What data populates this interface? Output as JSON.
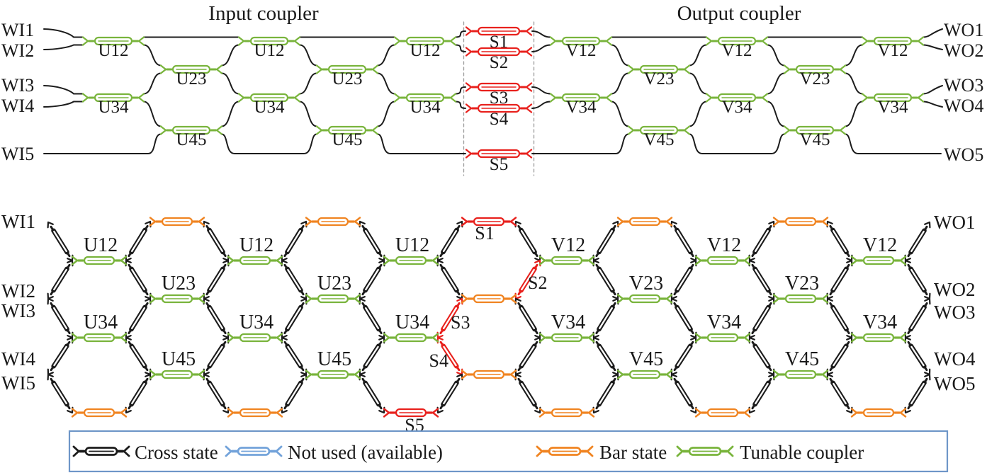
{
  "top_mesh": {
    "title_left": "Input coupler",
    "title_right": "Output coupler",
    "input_ports": [
      "WI1",
      "WI2",
      "WI3",
      "WI4",
      "WI5"
    ],
    "output_ports": [
      "WO1",
      "WO2",
      "WO3",
      "WO4",
      "WO5"
    ],
    "columns": [
      {
        "labels": [
          "U12",
          "U34"
        ]
      },
      {
        "labels": [
          "U23",
          "U45"
        ]
      },
      {
        "labels": [
          "U12",
          "U34"
        ]
      },
      {
        "labels": [
          "U23",
          "U45"
        ]
      },
      {
        "labels": [
          "U12",
          "U34"
        ]
      },
      {
        "switches": [
          "S1",
          "S2",
          "S3",
          "S4",
          "S5"
        ]
      },
      {
        "labels": [
          "V12",
          "V34"
        ]
      },
      {
        "labels": [
          "V23",
          "V45"
        ]
      },
      {
        "labels": [
          "V12",
          "V34"
        ]
      },
      {
        "labels": [
          "V23",
          "V45"
        ]
      },
      {
        "labels": [
          "V12",
          "V34"
        ]
      }
    ]
  },
  "bottom_mesh": {
    "input_ports": [
      "WI1",
      "WI2",
      "WI3",
      "WI4",
      "WI5"
    ],
    "output_ports": [
      "WO1",
      "WO2",
      "WO3",
      "WO4",
      "WO5"
    ],
    "columns": [
      {
        "edges": [
          {
            "li": 1,
            "state": "tunable",
            "label": "U12"
          },
          {
            "li": 3,
            "state": "tunable",
            "label": "U34"
          },
          {
            "li": 5,
            "state": "bar"
          }
        ]
      },
      {
        "edges": [
          {
            "li": 0,
            "state": "bar"
          },
          {
            "li": 2,
            "state": "tunable",
            "label": "U23"
          },
          {
            "li": 4,
            "state": "tunable",
            "label": "U45"
          }
        ]
      },
      {
        "edges": [
          {
            "li": 1,
            "state": "tunable",
            "label": "U12"
          },
          {
            "li": 3,
            "state": "tunable",
            "label": "U34"
          },
          {
            "li": 5,
            "state": "bar"
          }
        ]
      },
      {
        "edges": [
          {
            "li": 0,
            "state": "bar"
          },
          {
            "li": 2,
            "state": "tunable",
            "label": "U23"
          },
          {
            "li": 4,
            "state": "tunable",
            "label": "U45"
          }
        ]
      },
      {
        "edges": [
          {
            "li": 1,
            "state": "tunable",
            "label": "U12"
          },
          {
            "li": 3,
            "state": "tunable",
            "label": "U34"
          },
          {
            "li": 5,
            "state": "switch",
            "label": "S5"
          }
        ]
      },
      {
        "edges": [
          {
            "li": 0,
            "state": "switch",
            "label": "S1"
          },
          {
            "li": 2,
            "state": "bar"
          },
          {
            "li": 4,
            "state": "bar"
          }
        ]
      },
      {
        "edges": [
          {
            "li": 1,
            "state": "tunable",
            "label": "V12"
          },
          {
            "li": 3,
            "state": "tunable",
            "label": "V34"
          },
          {
            "li": 5,
            "state": "bar"
          }
        ]
      },
      {
        "edges": [
          {
            "li": 0,
            "state": "bar"
          },
          {
            "li": 2,
            "state": "tunable",
            "label": "V23"
          },
          {
            "li": 4,
            "state": "tunable",
            "label": "V45"
          }
        ]
      },
      {
        "edges": [
          {
            "li": 1,
            "state": "tunable",
            "label": "V12"
          },
          {
            "li": 3,
            "state": "tunable",
            "label": "V34"
          },
          {
            "li": 5,
            "state": "bar"
          }
        ]
      },
      {
        "edges": [
          {
            "li": 0,
            "state": "bar"
          },
          {
            "li": 2,
            "state": "tunable",
            "label": "V23"
          },
          {
            "li": 4,
            "state": "tunable",
            "label": "V45"
          }
        ]
      },
      {
        "edges": [
          {
            "li": 1,
            "state": "tunable",
            "label": "V12"
          },
          {
            "li": 3,
            "state": "tunable",
            "label": "V34"
          },
          {
            "li": 5,
            "state": "bar"
          }
        ]
      }
    ],
    "switch_diagonals": [
      {
        "label": "S2"
      },
      {
        "label": "S3"
      },
      {
        "label": "S4"
      }
    ]
  },
  "legend": {
    "items": [
      {
        "label": "Cross state",
        "state": "cross"
      },
      {
        "label": "Not used (available)",
        "state": "unused"
      },
      {
        "label": "Bar state",
        "state": "bar"
      },
      {
        "label": "Tunable coupler",
        "state": "tunable"
      }
    ]
  },
  "colors": {
    "cross": "#1c1c1c",
    "bar": "#f08421",
    "tunable": "#79b43c",
    "switch": "#e8211d",
    "unused": "#73a3da",
    "legend_border": "#6e96c8",
    "guide": "#9a9a9a"
  }
}
